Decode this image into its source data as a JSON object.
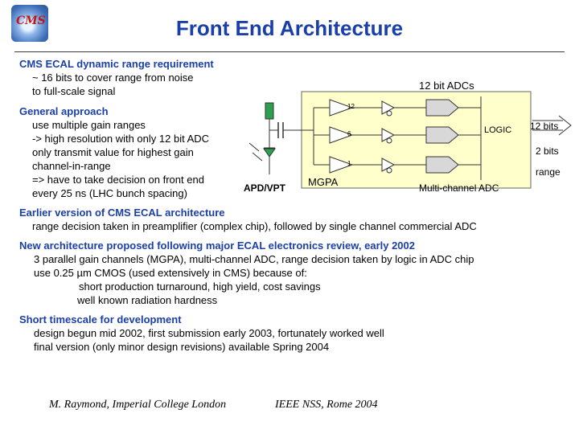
{
  "slide": {
    "title": "Front End Architecture",
    "logo_text": "CMS",
    "sections": {
      "requirement": {
        "heading": "CMS ECAL dynamic range requirement",
        "lines": [
          "~ 16 bits to cover range from noise",
          "to full-scale signal"
        ]
      },
      "approach": {
        "heading": "General approach",
        "lines": [
          "use multiple gain ranges",
          "-> high resolution with only 12 bit ADC",
          "only transmit value for highest gain",
          "channel-in-range",
          "=> have to take decision on front end",
          "every 25 ns (LHC bunch spacing)"
        ]
      },
      "earlier": {
        "heading": "Earlier version of CMS ECAL architecture",
        "lines": [
          "range decision taken in preamplifier (complex chip), followed by single channel commercial ADC"
        ]
      },
      "new_arch": {
        "heading": "New architecture proposed following major ECAL electronics review, early 2002",
        "lines": [
          "3 parallel gain channels (MGPA), multi-channel ADC, range decision taken by logic in ADC chip",
          "use 0.25 µm CMOS (used extensively in CMS) because of:",
          "short production turnaround, high yield, cost savings",
          "well known radiation hardness"
        ]
      },
      "timescale": {
        "heading": "Short timescale for development",
        "lines": [
          "design begun mid 2002, first submission early 2003, fortunately worked well",
          "final version (only minor design revisions) available Spring 2004"
        ]
      }
    },
    "diagram": {
      "adc_label": "12 bit ADCs",
      "logic_label": "LOGIC",
      "mca_label": "Multi-channel ADC",
      "mgpa_label": "MGPA",
      "apd_label": "APD/VPT",
      "gains": [
        "12",
        "6",
        "1"
      ],
      "out_12": "12 bits",
      "out_2": "2 bits",
      "out_range": "range",
      "box_color": "#ffffcc"
    },
    "footer": {
      "left": "M. Raymond, Imperial College London",
      "right": "IEEE NSS, Rome 2004"
    }
  }
}
